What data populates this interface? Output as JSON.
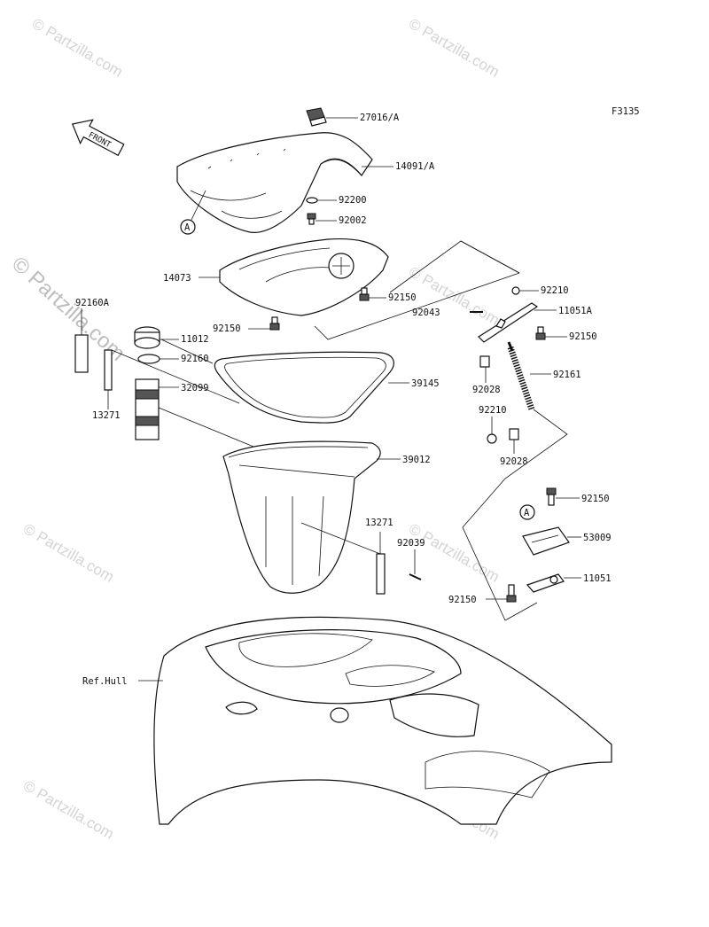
{
  "figure_code": "F3135",
  "front_arrow_text": "FRONT",
  "watermark": "© Partzilla.com",
  "circle_ref": "A",
  "labels": {
    "p27016": "27016/A",
    "p14091": "14091/A",
    "p92200": "92200",
    "p92002": "92002",
    "p14073": "14073",
    "p92150a": "92150",
    "p92150b": "92150",
    "p92160a": "92160A",
    "p11012": "11012",
    "p92160": "92160",
    "p32099": "32099",
    "p13271a": "13271",
    "p39145": "39145",
    "p39012": "39012",
    "p13271b": "13271",
    "p92039": "92039",
    "p92210a": "92210",
    "p92043": "92043",
    "p11051a": "11051A",
    "p92150c": "92150",
    "p92028a": "92028",
    "p92161": "92161",
    "p92210b": "92210",
    "p92028b": "92028",
    "p92150d": "92150",
    "p53009": "53009",
    "p11051": "11051",
    "p92150e": "92150",
    "refhull": "Ref.Hull"
  }
}
